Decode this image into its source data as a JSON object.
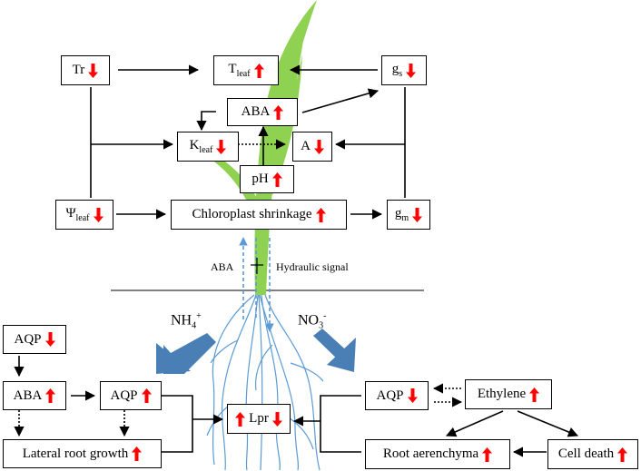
{
  "colors": {
    "up_arrow": "#ff0000",
    "down_arrow": "#ff0000",
    "leaf": "#8fd150",
    "roots": "#5b9bd5",
    "signal_arrow": "#5b9bd5",
    "fat_arrow": "#4a7fb5",
    "line": "#000000"
  },
  "indicators": {
    "increase": "up-arrow",
    "decrease": "down-arrow"
  },
  "nodes": {
    "tr": {
      "base": "Tr",
      "sub": "",
      "sup": "",
      "suffix": "",
      "trend": "down"
    },
    "tleaf": {
      "base": "T",
      "sub": "leaf",
      "sup": "",
      "suffix": "",
      "trend": "up"
    },
    "gs": {
      "base": "g",
      "sub": "s",
      "sup": "",
      "suffix": "",
      "trend": "down"
    },
    "aba_leaf": {
      "base": "ABA",
      "sub": "",
      "sup": "",
      "suffix": "",
      "trend": "up"
    },
    "kleaf": {
      "base": "K",
      "sub": "leaf",
      "sup": "",
      "suffix": "",
      "trend": "down"
    },
    "a": {
      "base": "A",
      "sub": "",
      "sup": "",
      "suffix": "",
      "trend": "down"
    },
    "ph": {
      "base": "pH",
      "sub": "",
      "sup": "",
      "suffix": "",
      "trend": "up"
    },
    "psi": {
      "base": "Ψ",
      "sub": "leaf",
      "sup": "",
      "suffix": "",
      "trend": "down"
    },
    "chloro": {
      "base": "Chloroplast shrinkage",
      "sub": "",
      "sup": "",
      "suffix": "",
      "trend": "up"
    },
    "gm": {
      "base": "g",
      "sub": "m",
      "sup": "",
      "suffix": "",
      "trend": "down"
    },
    "aqp_left_top": {
      "base": "AQP",
      "sub": "",
      "sup": "",
      "suffix": "",
      "trend": "down"
    },
    "aba_root": {
      "base": "ABA",
      "sub": "",
      "sup": "",
      "suffix": "",
      "trend": "up"
    },
    "aqp_left_mid": {
      "base": "AQP",
      "sub": "",
      "sup": "",
      "suffix": "",
      "trend": "up"
    },
    "lateral": {
      "base": "Lateral root growth",
      "sub": "",
      "sup": "",
      "suffix": "",
      "trend": "up"
    },
    "lpr": {
      "base": "Lpr",
      "sub": "",
      "sup": "",
      "suffix": "",
      "trend": "down",
      "pre_trend": "up"
    },
    "aqp_right": {
      "base": "AQP",
      "sub": "",
      "sup": "",
      "suffix": "",
      "trend": "down"
    },
    "ethylene": {
      "base": "Ethylene",
      "sub": "",
      "sup": "",
      "suffix": "",
      "trend": "up"
    },
    "aerenchyma": {
      "base": "Root aerenchyma",
      "sub": "",
      "sup": "",
      "suffix": "",
      "trend": "up"
    },
    "celldeath": {
      "base": "Cell death",
      "sub": "",
      "sup": "",
      "suffix": "",
      "trend": "up"
    }
  },
  "labels": {
    "aba_signal": "ABA",
    "hydraulic_signal": "Hydraulic signal",
    "ammonium": {
      "base": "NH",
      "sub": "4",
      "sup": "+"
    },
    "nitrate": {
      "base": "NO",
      "sub": "3",
      "sup": "-"
    }
  }
}
